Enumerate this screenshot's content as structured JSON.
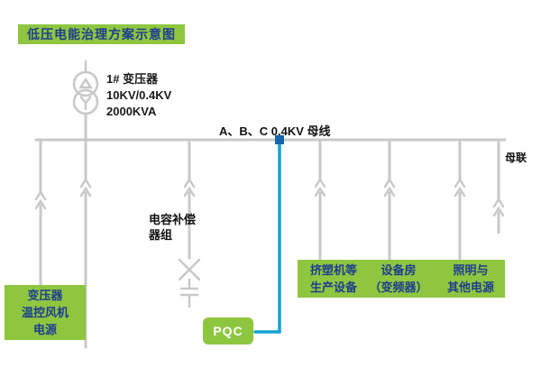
{
  "title": "低压电能治理方案示意图",
  "transformer": {
    "name": "1# 变压器",
    "ratio": "10KV/0.4KV",
    "capacity": "2000KVA"
  },
  "bus": {
    "label": "A、B、C  0.4KV 母线",
    "tie_label": "母联"
  },
  "capacitor": {
    "line1": "电容补偿",
    "line2": "器组"
  },
  "pqc": {
    "label": "PQC"
  },
  "loads": {
    "transformer_fan": {
      "line1": "变压器",
      "line2": "温控风机",
      "line3": "电源"
    },
    "extruder": {
      "line1": "挤塑机等",
      "line2": "生产设备"
    },
    "equipment_room": {
      "line1": "设备房",
      "line2": "（变频器）"
    },
    "lighting": {
      "line1": "照明与",
      "line2": "其他电源"
    }
  },
  "colors": {
    "accent_green": "#8fc640",
    "navy_text": "#1e3d8f",
    "line_gray": "#c8c8c8",
    "teal_line": "#12a3d2",
    "node_blue": "#1566ad"
  }
}
